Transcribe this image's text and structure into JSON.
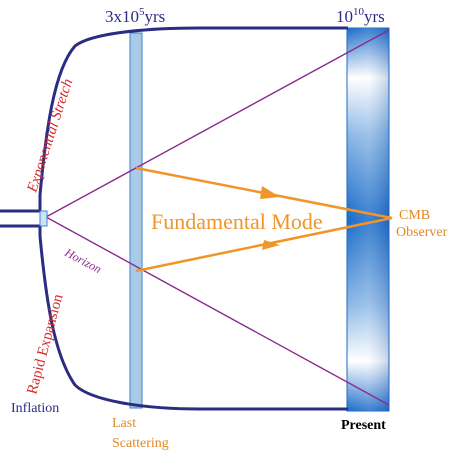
{
  "colors": {
    "universe_outline": "#2b2c82",
    "horizon": "#8a2c8f",
    "mode_arrow": "#f0952a",
    "stretch_label": "#d42b2b",
    "inflation_label": "#2b2c82",
    "band_dark": "#1a6bc8",
    "band_light": "#ffffff",
    "last_scatter_band": "#a9cbe8",
    "cmb_observer_label": "#e08a26",
    "present_label": "#000000",
    "time_label": "#2b2c82"
  },
  "labels": {
    "time_last_scatter_base": "3x10",
    "time_last_scatter_exp": "5",
    "time_last_scatter_unit": "yrs",
    "time_present_base": "10",
    "time_present_exp": "10",
    "time_present_unit": "yrs",
    "exponential_stretch": "Exponential Stretch",
    "rapid_expansion": "Rapid Expansion",
    "horizon": "Horizon",
    "fundamental_mode": "Fundamental Mode",
    "cmb": "CMB",
    "observer": "Observer",
    "inflation": "Inflation",
    "last": "Last",
    "scattering": "Scattering",
    "present": "Present"
  }
}
